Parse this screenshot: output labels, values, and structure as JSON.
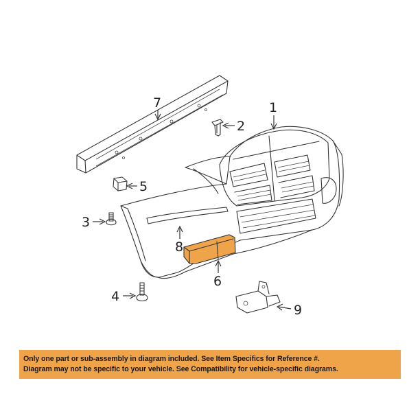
{
  "callouts": {
    "c1": "1",
    "c2": "2",
    "c3": "3",
    "c4": "4",
    "c5": "5",
    "c6": "6",
    "c7": "7",
    "c8": "8",
    "c9": "9"
  },
  "highlight_color": "#f0a44a",
  "notice": {
    "line1": "Only one part or sub-assembly in diagram included. See Item Specifics for Reference #.",
    "line2": "Diagram may not be specific to your vehicle. See Compatibility for vehicle-specific diagrams."
  }
}
